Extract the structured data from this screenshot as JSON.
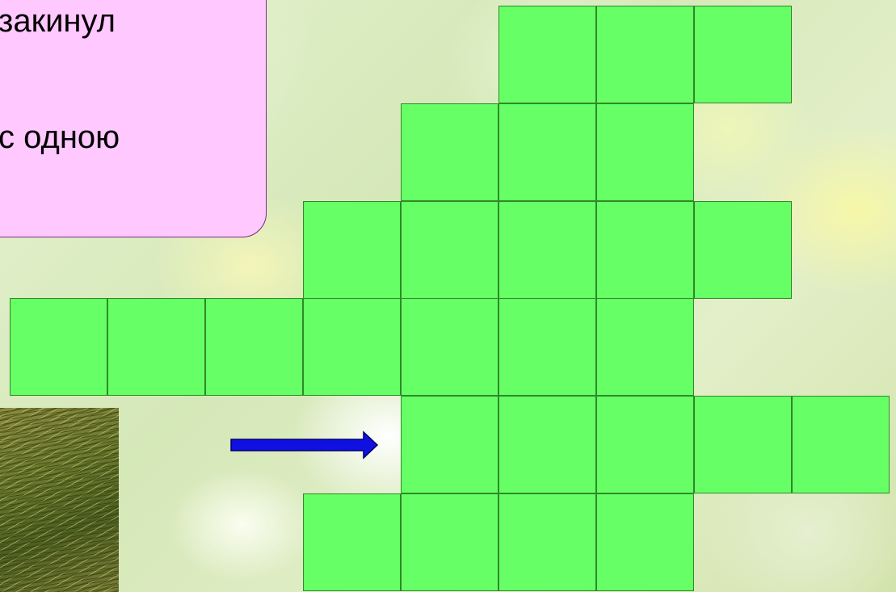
{
  "clue": {
    "line1": "закинул",
    "line2": "с одною"
  },
  "puzzle": {
    "row_cells": [
      3,
      3,
      5,
      7,
      5,
      4
    ],
    "cell_color": "#66ff66",
    "border_color": "#2f8a26"
  },
  "colors": {
    "clue_box_fill": "#ffc8ff",
    "clue_box_border": "#7a2a8c",
    "arrow": "#1010e0"
  },
  "icons": {
    "arrow": "right-arrow-icon"
  }
}
